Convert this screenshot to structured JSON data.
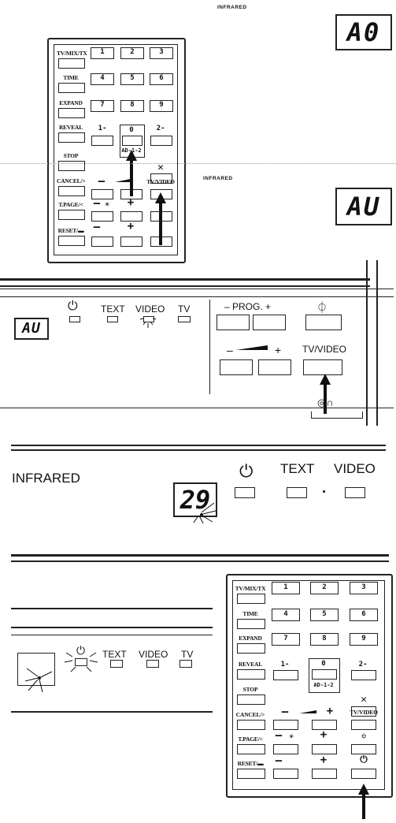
{
  "labels": {
    "infrared_top": "INFRARED",
    "infrared_mid": "INFRARED",
    "infrared_large": "INFRARED"
  },
  "displays": {
    "top": "A0",
    "middle": "AU",
    "panel": "AU",
    "counter": "29"
  },
  "remote": {
    "side_labels": [
      "TV/MIX/TX",
      "TIME",
      "EXPAND",
      "REVEAL",
      "STOP",
      "CANCEL/>",
      "T.PAGE/<",
      "RESET/▬"
    ],
    "digit_keys": [
      "1",
      "2",
      "3",
      "4",
      "5",
      "6",
      "7",
      "8",
      "9"
    ],
    "key_1minus": "1-",
    "key_2minus": "2-",
    "key_0": "0",
    "key_ad": "AD-1-2",
    "key_tvvideo": "TV/VIDEO",
    "key_minus": "–",
    "key_plus": "+"
  },
  "panel": {
    "standby_icon": "⏻",
    "text": "TEXT",
    "video": "VIDEO",
    "tv": "TV",
    "prog": "– PROG. +",
    "tvvideo": "TV/VIDEO",
    "minus": "–",
    "plus": "+"
  },
  "panel2": {
    "text": "TEXT",
    "video": "VIDEO"
  },
  "panel3": {
    "text": "TEXT",
    "video": "VIDEO",
    "tv": "TV"
  }
}
